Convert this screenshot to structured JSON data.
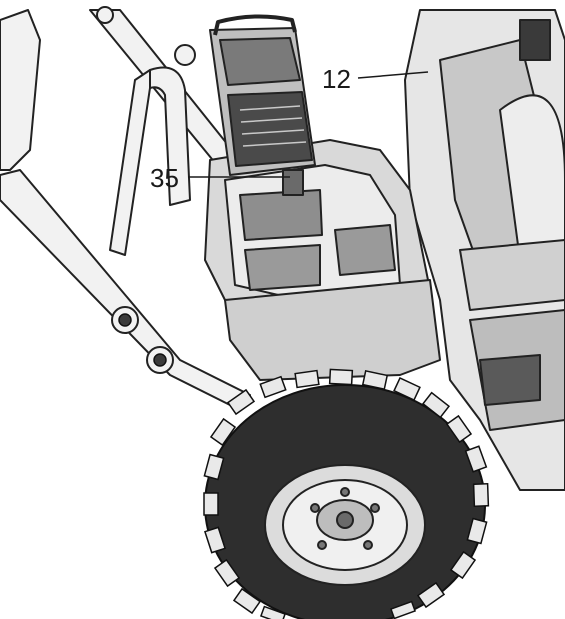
{
  "callouts": [
    {
      "id": "12",
      "label": "12"
    },
    {
      "id": "35",
      "label": "35"
    }
  ],
  "colors": {
    "line": "#222222",
    "fill_light": "#f4f4f4",
    "fill_mid": "#d6d6d6",
    "fill_dark": "#8a8a8a",
    "fill_darkest": "#3a3a3a"
  },
  "icons": [
    "battery-icon",
    "wheel-icon",
    "tire-icon",
    "handle-frame-icon"
  ]
}
